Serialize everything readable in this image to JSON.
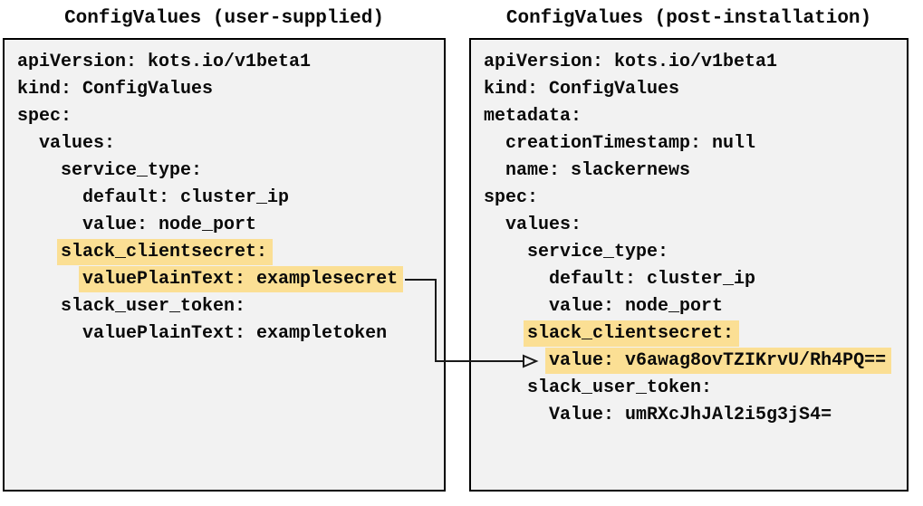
{
  "colors": {
    "page_bg": "#ffffff",
    "panel_bg": "#f2f2f2",
    "panel_border": "#000000",
    "text": "#0a0a0a",
    "highlight": "#fbdf94",
    "connector": "#1a1a1a"
  },
  "left_panel": {
    "title": "ConfigValues (user-supplied)",
    "lines": [
      {
        "indent": 0,
        "text": "apiVersion: kots.io/v1beta1",
        "highlight": false
      },
      {
        "indent": 0,
        "text": "kind: ConfigValues",
        "highlight": false
      },
      {
        "indent": 0,
        "text": "spec:",
        "highlight": false
      },
      {
        "indent": 2,
        "text": "values:",
        "highlight": false
      },
      {
        "indent": 4,
        "text": "service_type:",
        "highlight": false
      },
      {
        "indent": 6,
        "text": "default: cluster_ip",
        "highlight": false
      },
      {
        "indent": 6,
        "text": "value: node_port",
        "highlight": false
      },
      {
        "indent": 4,
        "text": "slack_clientsecret:",
        "highlight": true
      },
      {
        "indent": 6,
        "text": "valuePlainText: examplesecret",
        "highlight": true
      },
      {
        "indent": 4,
        "text": "slack_user_token:",
        "highlight": false
      },
      {
        "indent": 6,
        "text": "valuePlainText: exampletoken",
        "highlight": false
      }
    ]
  },
  "right_panel": {
    "title": "ConfigValues (post-installation)",
    "lines": [
      {
        "indent": 0,
        "text": "apiVersion: kots.io/v1beta1",
        "highlight": false
      },
      {
        "indent": 0,
        "text": "kind: ConfigValues",
        "highlight": false
      },
      {
        "indent": 0,
        "text": "metadata:",
        "highlight": false
      },
      {
        "indent": 2,
        "text": "creationTimestamp: null",
        "highlight": false
      },
      {
        "indent": 2,
        "text": "name: slackernews",
        "highlight": false
      },
      {
        "indent": 0,
        "text": "spec:",
        "highlight": false
      },
      {
        "indent": 2,
        "text": "values:",
        "highlight": false
      },
      {
        "indent": 4,
        "text": "service_type:",
        "highlight": false
      },
      {
        "indent": 6,
        "text": "default: cluster_ip",
        "highlight": false
      },
      {
        "indent": 6,
        "text": "value: node_port",
        "highlight": false
      },
      {
        "indent": 4,
        "text": "slack_clientsecret:",
        "highlight": true
      },
      {
        "indent": 6,
        "text": "value: v6awag8ovTZIKrvU/Rh4PQ==",
        "highlight": true
      },
      {
        "indent": 4,
        "text": "slack_user_token:",
        "highlight": false
      },
      {
        "indent": 6,
        "text": "Value: umRXcJhJAl2i5g3jS4=",
        "highlight": false
      }
    ]
  }
}
